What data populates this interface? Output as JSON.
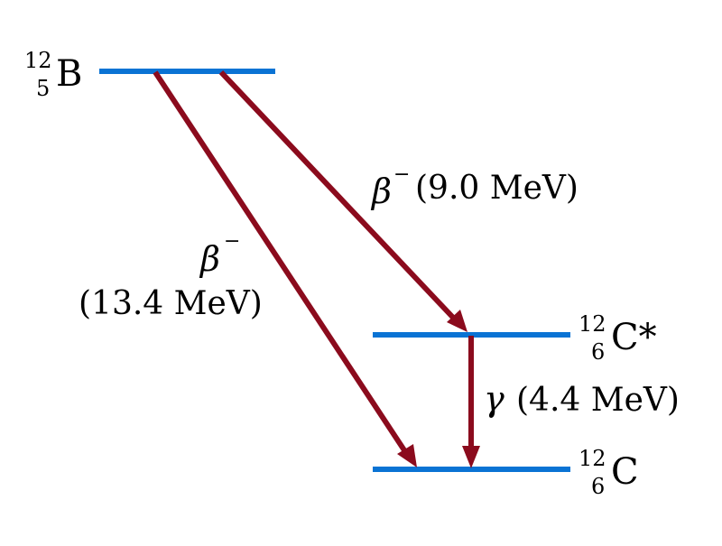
{
  "colors": {
    "level": "#0a73d4",
    "arrow": "#8b0b1d",
    "text": "#000000"
  },
  "levels": {
    "b12": {
      "mass_number": "12",
      "atomic_number": "5",
      "symbol": "B"
    },
    "c12_excited": {
      "mass_number": "12",
      "atomic_number": "6",
      "symbol": "C*"
    },
    "c12_ground": {
      "mass_number": "12",
      "atomic_number": "6",
      "symbol": "C"
    }
  },
  "transitions": {
    "beta_to_excited": {
      "particle": "β",
      "charge": "−",
      "energy": "(9.0 MeV)"
    },
    "beta_to_ground": {
      "particle": "β",
      "charge": "−",
      "energy": "(13.4 MeV)"
    },
    "gamma": {
      "particle": "γ",
      "energy": "(4.4 MeV)"
    }
  }
}
